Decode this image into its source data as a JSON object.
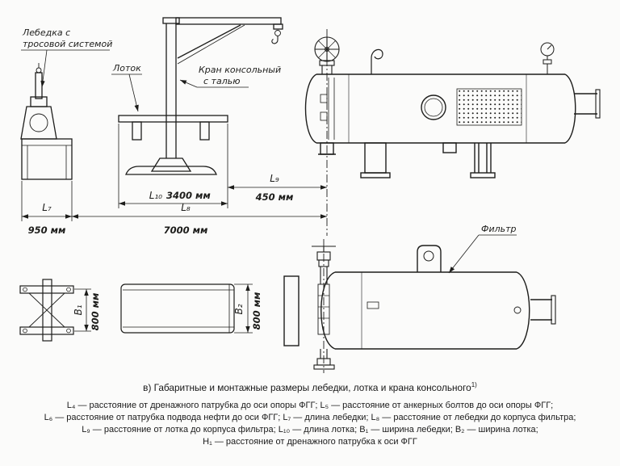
{
  "drawing": {
    "labels": {
      "winch_line1": "Лебедка с",
      "winch_line2": "тросовой системой",
      "tray": "Лоток",
      "crane_line1": "Кран консольный",
      "crane_line2": "с талью",
      "filter": "Фильтр"
    },
    "dims": {
      "l7": {
        "symbol": "L₇",
        "value": "950 мм"
      },
      "l8": {
        "symbol": "L₈",
        "value": "7000 мм"
      },
      "l9": {
        "symbol": "L₉",
        "value": "450 мм"
      },
      "l10": {
        "symbol": "L₁₀",
        "value": "3400 мм"
      },
      "b1": {
        "symbol": "B₁",
        "value": "800 мм"
      },
      "b2": {
        "symbol": "B₂",
        "value": "800 мм"
      }
    }
  },
  "caption": {
    "text": "в) Габаритные и монтажные размеры лебедки, лотка и крана консольного",
    "sup": "1)"
  },
  "legend": {
    "lines": [
      "L₄ — расстояние от дренажного патрубка до оси опоры ФГГ; L₅ — расстояние от анкерных болтов до оси опоры ФГГ;",
      "L₆ — расстояние от патрубка подвода нефти до оси ФГГ; L₇ — длина лебедки; L₈ — расстояние от лебедки до корпуса фильтра;",
      "L₉ — расстояние от лотка до корпуса фильтра; L₁₀ — длина лотка; B₁ — ширина лебедки; B₂ — ширина лотка;",
      "H₁ — расстояние от дренажного патрубка к оси ФГГ"
    ]
  },
  "colors": {
    "ink": "#1d1d1b",
    "background": "#fbfbfa"
  }
}
